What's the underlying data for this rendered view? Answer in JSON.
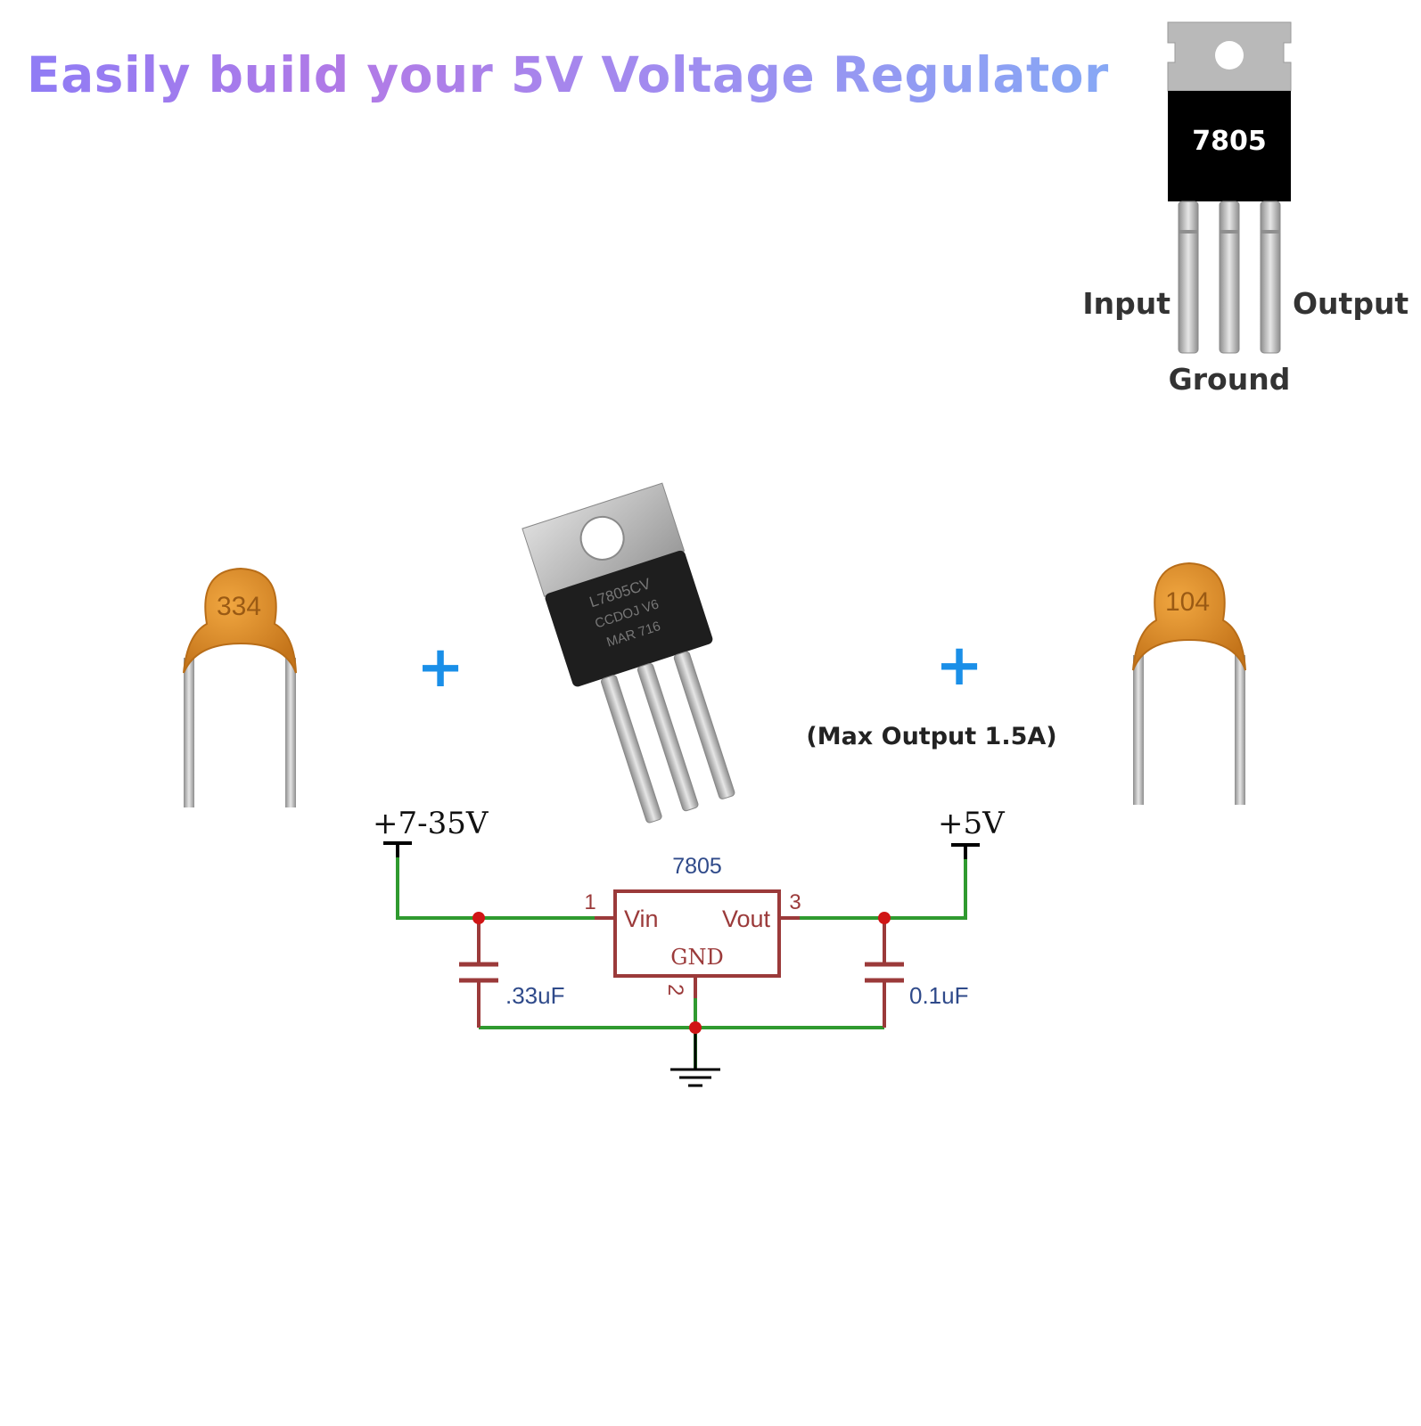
{
  "title": "Easily build your 5V Voltage Regulator",
  "pinout": {
    "part_label": "7805",
    "input_label": "Input",
    "ground_label": "Ground",
    "output_label": "Output"
  },
  "photos": {
    "cap_in_code": "334",
    "cap_out_code": "104",
    "plus_sign": "+",
    "regulator_marking_1": "L7805CV",
    "regulator_marking_2": "CCDOJ V6",
    "regulator_marking_3": "MAR 716",
    "max_output": "(Max Output 1.5A)"
  },
  "schematic": {
    "vin_label": "+7-35V",
    "vout_label": "+5V",
    "ic_label": "7805",
    "pin1": "1",
    "pin2": "2",
    "pin3": "3",
    "vin_pin": "Vin",
    "vout_pin": "Vout",
    "gnd_pin": "GND",
    "cap_in_value": ".33uF",
    "cap_out_value": "0.1uF",
    "colors": {
      "wire": "#2f9a2f",
      "component": "#9b3a3a",
      "junction": "#d01515",
      "label": "#2f4a8a"
    }
  },
  "colors": {
    "capacitor_body": "#d98a1e",
    "plus_sign": "#1a8fe8",
    "regulator_body": "#1e1e1e",
    "tab": "#b8b8b8"
  }
}
